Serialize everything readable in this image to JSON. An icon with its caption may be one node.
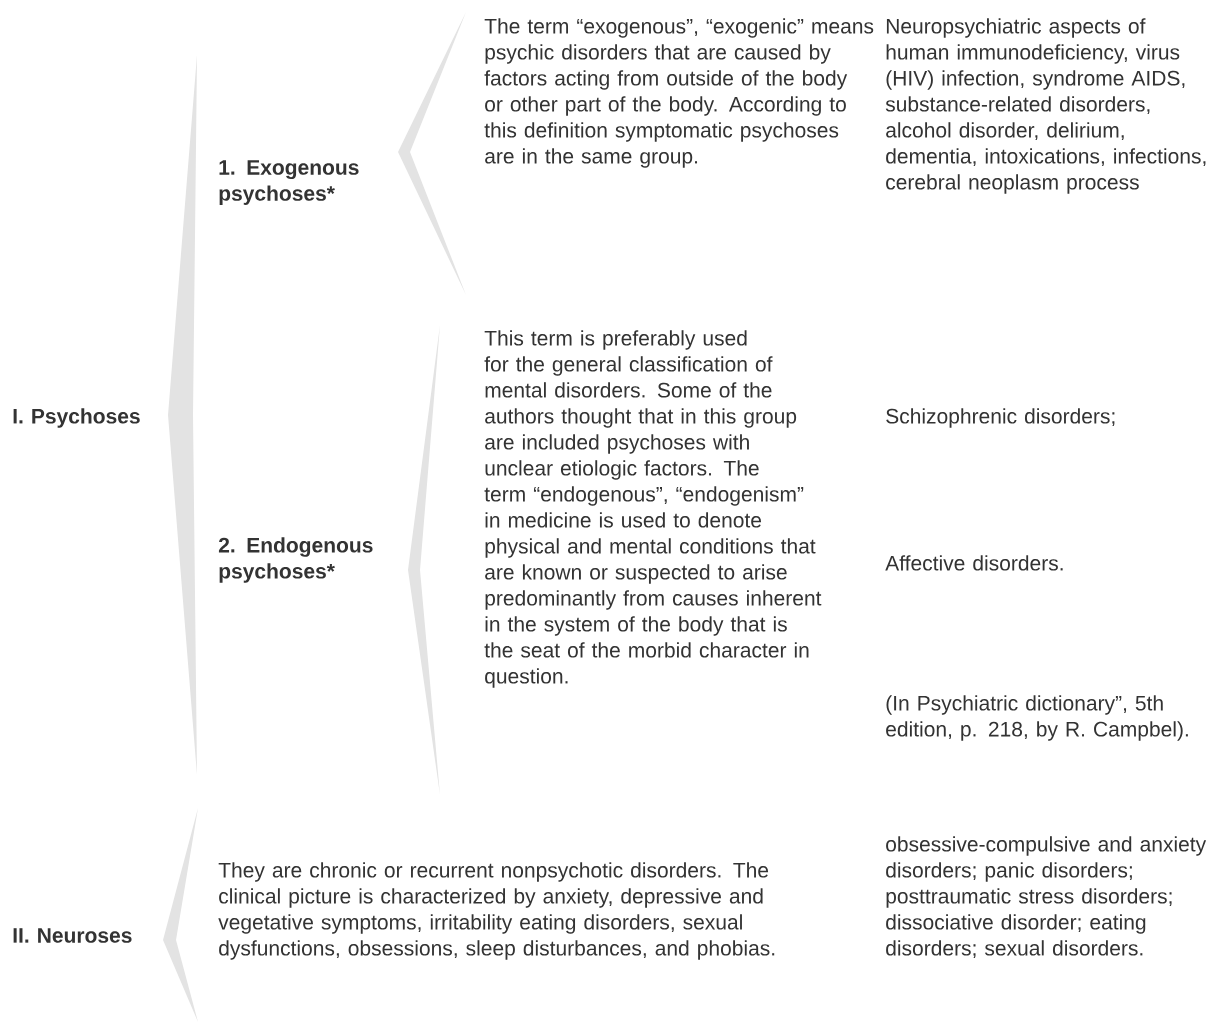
{
  "diagram": {
    "labels": [
      "I. Psychoses",
      "1. Exogenous psychoses*",
      "The term “exogenous”, “exogenic” means psychic disorders that are caused by factors acting from outside of the body or other part of the body. According to this definition symptomatic psychoses are in the same group.",
      "Neuropsychiatric aspects of human immunodeficiency, virus (HIV) infection, syndrome AIDS, substance-related disorders, alcohol disorder, delirium, dementia, intoxications, infections, cerebral neoplasm process",
      "2. Endogenous psychoses*",
      "This term is preferably used for the general classification of mental disorders. Some of the authors thought that in this group are included psychoses with unclear etiologic factors. The term “endogenous”, “endogenism” in medicine is used to denote physical and mental conditions that are known or suspected to arise predominantly from causes inherent in the system of the body that is the seat of the morbid character in question.",
      "Schizophrenic disorders;",
      "Affective disorders.",
      "(In Psychiatric dictionary”, 5th edition, p. 218, by R. Campbel).",
      "II. Neuroses",
      "They are chronic or recurrent nonpsychotic disorders. The clinical picture is characterized by anxiety, depressive and vegetative symptoms, irritability eating disorders, sexual dysfunctions, obsessions, sleep disturbances, and phobias.",
      "obsessive-compulsive and anxiety disorders; panic disorders; posttraumatic stress disorders; dissociative disorder; eating disorders; sexual disorders."
    ]
  }
}
